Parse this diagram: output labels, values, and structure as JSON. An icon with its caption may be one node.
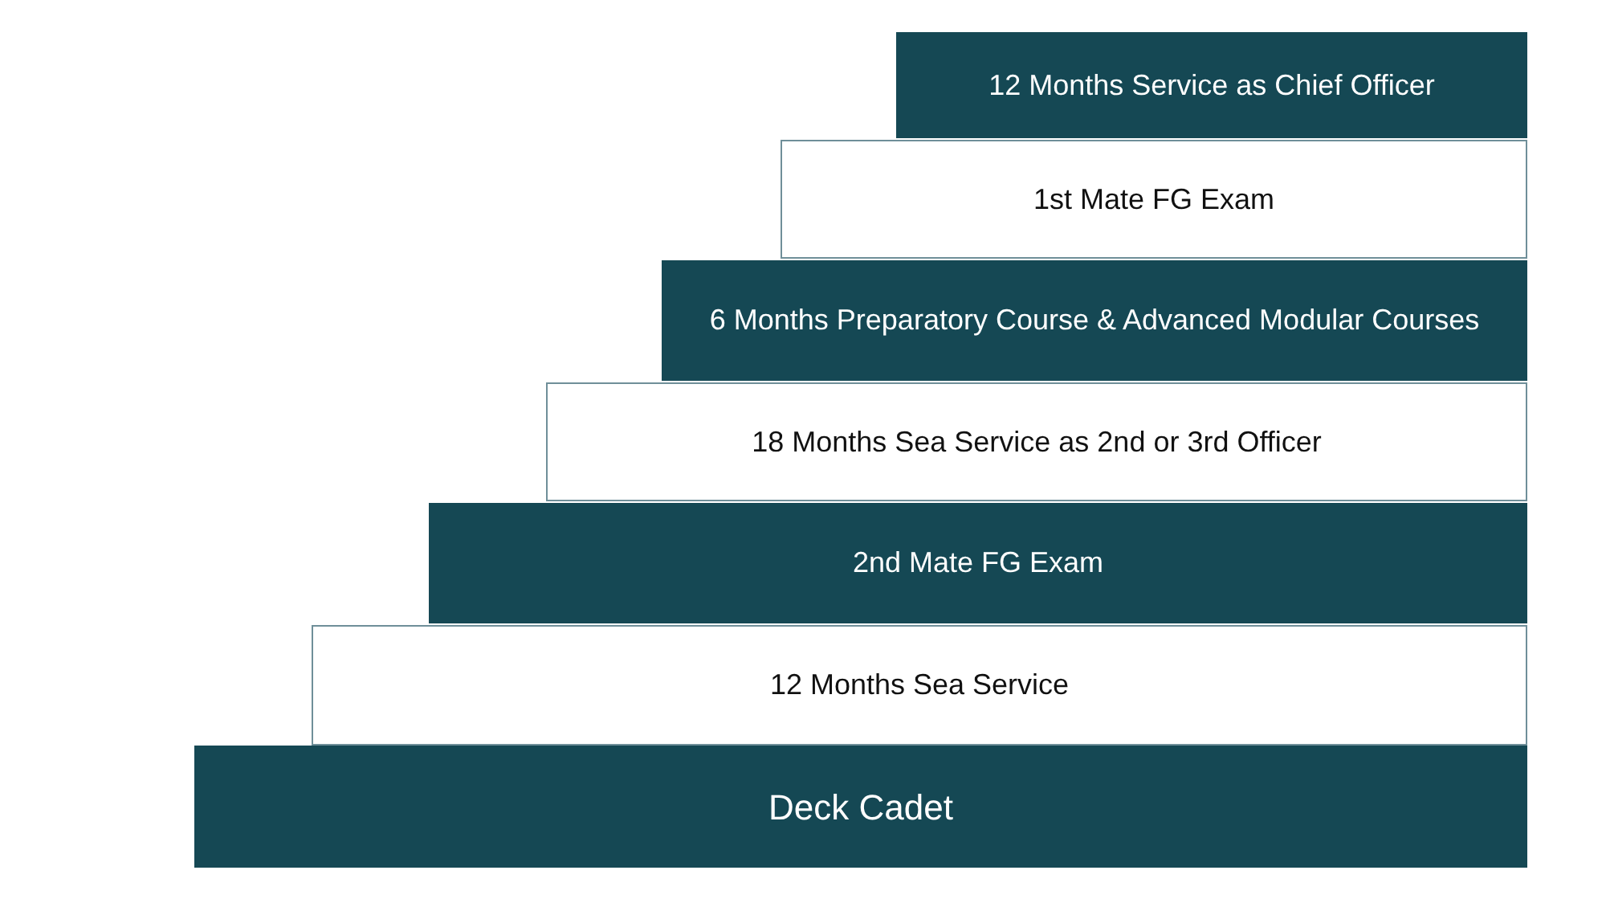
{
  "diagram": {
    "nodes": [
      {
        "text": [
          "12 Months Service as Chief Officer"
        ]
      },
      {
        "text": [
          "1st Mate FG Exam"
        ]
      },
      {
        "text": [
          "6 Months Preparatory Course & Advanced Modular Courses"
        ]
      },
      {
        "text": [
          "18 Months Sea Service as 2nd or 3rd Officer"
        ]
      },
      {
        "text": [
          "2nd Mate FG Exam"
        ]
      },
      {
        "text": [
          "12 Months Sea Service"
        ]
      },
      {
        "text": [
          "Deck Cadet"
        ]
      }
    ]
  }
}
